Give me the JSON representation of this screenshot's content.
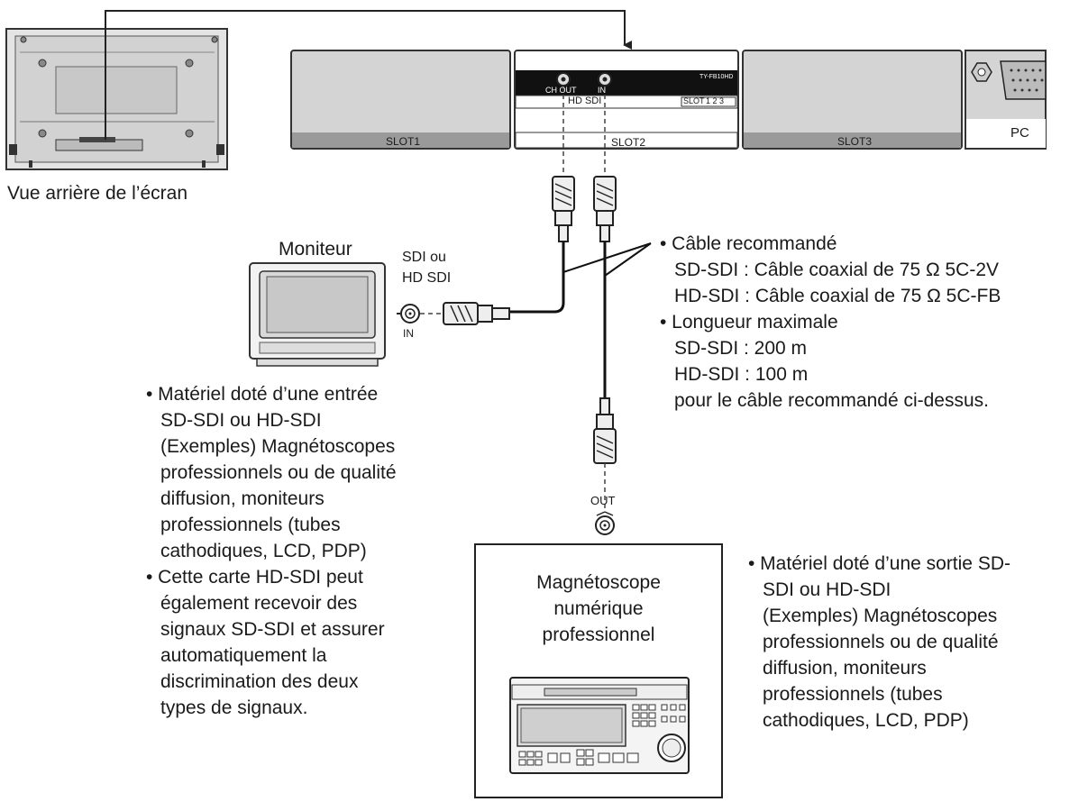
{
  "rear_view": {
    "caption": "Vue arrière de l’écran"
  },
  "slots": {
    "slot1": "SLOT1",
    "slot2": "SLOT2",
    "slot3": "SLOT3",
    "pc": "PC",
    "card_out": "CH OUT",
    "card_in": "IN",
    "card_hd_sdi": "HD  SDI",
    "card_slot_tag": "SLOT",
    "card_slot_nums": "1 2 3",
    "card_model": "TY-FB10HD"
  },
  "monitor": {
    "title": "Moniteur",
    "input_label": [
      "SDI ou",
      "HD SDI"
    ],
    "in_label": "IN"
  },
  "cable_notes": [
    "• Câble recommandé",
    "SD-SDI : Câble coaxial de 75 Ω 5C-2V",
    "HD-SDI : Câble coaxial de 75 Ω 5C-FB",
    "• Longueur maximale",
    "SD-SDI : 200 m",
    "HD-SDI : 100 m",
    "pour le câble recommandé ci-dessus."
  ],
  "input_notes": [
    "• Matériel doté d’une entrée",
    "SD-SDI ou HD-SDI",
    "(Exemples) Magnétoscopes",
    "professionnels ou de qualité",
    "diffusion, moniteurs",
    "professionnels (tubes",
    "cathodiques, LCD, PDP)",
    "• Cette carte HD-SDI peut",
    "également recevoir des",
    "signaux SD-SDI et assurer",
    "automatiquement la",
    "discrimination des deux",
    "types de signaux."
  ],
  "out_label": "OUT",
  "vcr": {
    "title": [
      "Magnétoscope",
      "numérique",
      "professionnel"
    ]
  },
  "output_notes": [
    "• Matériel doté d’une sortie SD-",
    "SDI ou HD-SDI",
    "(Exemples) Magnétoscopes",
    "professionnels ou de qualité",
    "diffusion, moniteurs",
    "professionnels (tubes",
    "cathodiques, LCD, PDP)"
  ]
}
